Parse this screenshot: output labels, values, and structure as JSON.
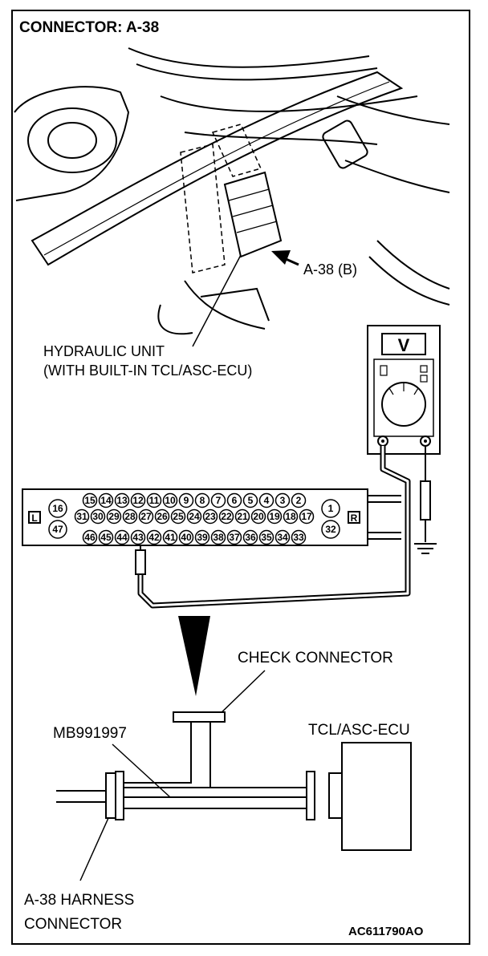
{
  "title": "CONNECTOR: A-38",
  "labels": {
    "connector_callout": "A-38 (B)",
    "hydraulic_unit_line1": "HYDRAULIC UNIT",
    "hydraulic_unit_line2": "(WITH BUILT-IN TCL/ASC-ECU)",
    "check_connector": "CHECK CONNECTOR",
    "tool": "MB991997",
    "ecu": "TCL/ASC-ECU",
    "harness_line1": "A-38 HARNESS",
    "harness_line2": "CONNECTOR",
    "figure_code": "AC611790AO"
  },
  "voltmeter": {
    "symbol": "V"
  },
  "connector_face": {
    "left_tag": "L",
    "right_tag": "R",
    "left_pins": [
      "16",
      "47"
    ],
    "right_pins": [
      "1",
      "32"
    ],
    "row1": [
      "15",
      "14",
      "13",
      "12",
      "11",
      "10",
      "9",
      "8",
      "7",
      "6",
      "5",
      "4",
      "3",
      "2"
    ],
    "row2": [
      "31",
      "30",
      "29",
      "28",
      "27",
      "26",
      "25",
      "24",
      "23",
      "22",
      "21",
      "20",
      "19",
      "18",
      "17"
    ],
    "row3": [
      "46",
      "45",
      "44",
      "43",
      "42",
      "41",
      "40",
      "39",
      "38",
      "37",
      "36",
      "35",
      "34",
      "33"
    ]
  }
}
